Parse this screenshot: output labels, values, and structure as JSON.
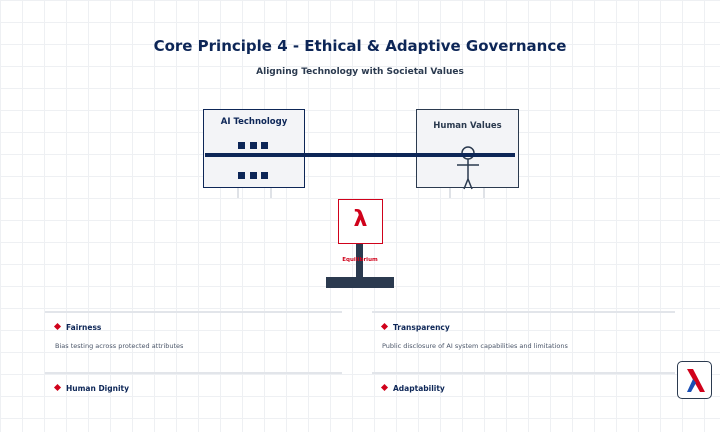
{
  "title": "Core Principle 4 - Ethical & Adaptive Governance",
  "subtitle": "Aligning Technology with Societal Values",
  "scale": {
    "left_label": "AI Technology",
    "right_label": "Human Values",
    "fulcrum_symbol": "λ",
    "fulcrum_label": "Equilibrium"
  },
  "cards": [
    {
      "title": "Fairness",
      "desc": "Bias testing across protected attributes"
    },
    {
      "title": "Transparency",
      "desc": "Public disclosure of AI system capabilities and limitations"
    },
    {
      "title": "Human Dignity",
      "desc": ""
    },
    {
      "title": "Adaptability",
      "desc": ""
    }
  ],
  "colors": {
    "navy": "#0d2657",
    "red": "#d0021b",
    "slate": "#2b3a4f"
  }
}
